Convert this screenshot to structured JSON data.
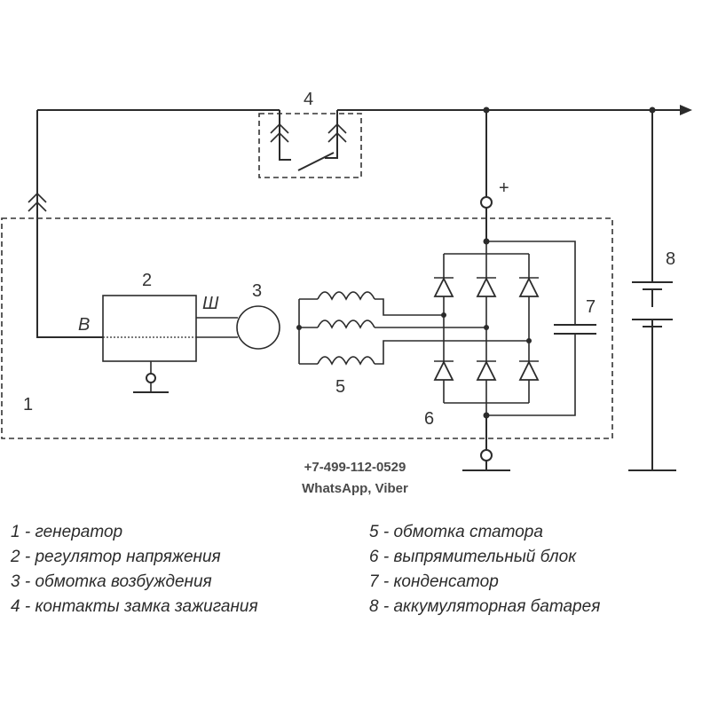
{
  "labels": {
    "n1": "1",
    "n2": "2",
    "n3": "3",
    "n4": "4",
    "n5": "5",
    "n6": "6",
    "n7": "7",
    "n8": "8",
    "terminal_b": "В",
    "terminal_sh": "Ш",
    "plus": "+"
  },
  "contact": {
    "phone": "+7-499-112-0529",
    "messengers": "WhatsApp, Viber"
  },
  "legend": {
    "left": [
      "1 - генератор",
      "2 - регулятор напряжения",
      "3 - обмотка возбуждения",
      "4 - контакты замка зажигания"
    ],
    "right": [
      "5 - обмотка статора",
      "6 - выпрямительный блок",
      "7 - конденсатор",
      "8 - аккумуляторная батарея"
    ]
  }
}
